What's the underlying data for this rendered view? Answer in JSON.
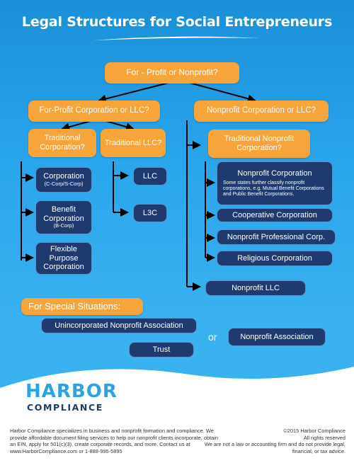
{
  "title": "Legal Structures for Social Entrepreneurs",
  "nodes": {
    "root": "For - Profit or Nonprofit?",
    "forprofit": "For-Profit Corporation or LLC?",
    "nonprofit": "Nonprofit Corporation or LLC?",
    "trad_corp": "Traditional Corporation?",
    "trad_llc": "Traditional LLC?",
    "trad_nonprofit": "Traditional Nonprofit Corporation?",
    "corporation": "Corporation",
    "corporation_sub": "(C-Corp/S-Corp)",
    "benefit": "Benefit Corporation",
    "benefit_sub": "(B-Corp)",
    "flexible": "Flexible Purpose Corporation",
    "llc": "LLC",
    "l3c": "L3C",
    "np_corp": "Nonprofit Corporation",
    "np_corp_note": "Some states further classify nonprofit corporations, e.g. Mutual Benefit Corporations and Public Benefit Corporations.",
    "cooperative": "Cooperative Corporation",
    "professional": "Nonprofit Professional Corp.",
    "religious": "Religious Corporation",
    "np_llc": "Nonprofit LLC"
  },
  "special": {
    "heading": "For Special Situations:",
    "unincorporated": "Unincorporated Nonprofit Association",
    "trust": "Trust",
    "or": "or",
    "association": "Nonprofit Association"
  },
  "footer": {
    "logo_top": "HARBOR",
    "logo_bottom": "COMPLIANCE",
    "left_text": "Harbor Compliance specializes in business and nonprofit formation and compliance. We provide affordable document filing services to help our nonprofit clients incorporate, obtain an EIN, apply for 501(c)(3), create corporate records, and more. Contact us at www.HarborCompliance.com or 1-888-995-5895",
    "copyright": "©2015 Harbor Compliance",
    "rights": "All rights reserved",
    "disclaimer": "We are not a law or accounting firm and do not provide legal, financial, or tax advice."
  },
  "colors": {
    "orange": "#f7a43a",
    "navy": "#1e3a6e",
    "sky": "#2aa6ec"
  }
}
